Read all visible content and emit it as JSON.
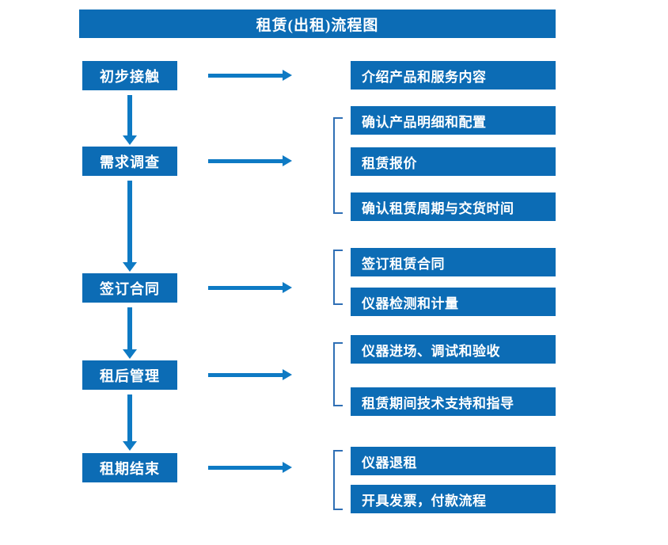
{
  "chart_data": {
    "type": "diagram",
    "title": "租赁(出租)流程图",
    "diagram_kind": "flowchart",
    "stages": [
      {
        "label": "初步接触",
        "details": [
          "介绍产品和服务内容"
        ],
        "bracketed": false
      },
      {
        "label": "需求调查",
        "details": [
          "确认产品明细和配置",
          "租赁报价",
          "确认租赁周期与交货时间"
        ],
        "bracketed": true
      },
      {
        "label": "签订合同",
        "details": [
          "签订租赁合同",
          "仪器检测和计量"
        ],
        "bracketed": true
      },
      {
        "label": "租后管理",
        "details": [
          "仪器进场、调试和验收",
          "租赁期间技术支持和指导"
        ],
        "bracketed": true
      },
      {
        "label": "租期结束",
        "details": [
          "仪器退租",
          "开具发票，付款流程"
        ],
        "bracketed": true
      }
    ],
    "colors": {
      "box_fill": "#0C6CB5",
      "box_text": "#FFFFFF",
      "arrow": "#0E7AC4",
      "bracket": "#2F6FB5",
      "background": "#FFFFFF"
    }
  },
  "title": {
    "text": "租赁(出租)流程图"
  },
  "stages": {
    "s0": {
      "label": "初步接触"
    },
    "s1": {
      "label": "需求调查"
    },
    "s2": {
      "label": "签订合同"
    },
    "s3": {
      "label": "租后管理"
    },
    "s4": {
      "label": "租期结束"
    }
  },
  "details": {
    "d0": "介绍产品和服务内容",
    "d1": "确认产品明细和配置",
    "d2": "租赁报价",
    "d3": "确认租赁周期与交货时间",
    "d4": "签订租赁合同",
    "d5": "仪器检测和计量",
    "d6": "仪器进场、调试和验收",
    "d7": "租赁期间技术支持和指导",
    "d8": "仪器退租",
    "d9": "开具发票，付款流程"
  }
}
